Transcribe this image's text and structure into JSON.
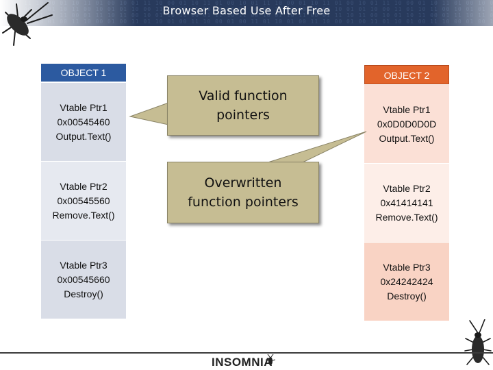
{
  "header": {
    "title": "Browser Based Use After Free"
  },
  "object1": {
    "title": "OBJECT 1",
    "entries": [
      {
        "name": "Vtable Ptr1",
        "address": "0x00545460",
        "method": "Output.Text()"
      },
      {
        "name": "Vtable Ptr2",
        "address": "0x00545560",
        "method": "Remove.Text()"
      },
      {
        "name": "Vtable Ptr3",
        "address": "0x00545660",
        "method": "Destroy()"
      }
    ]
  },
  "object2": {
    "title": "OBJECT 2",
    "entries": [
      {
        "name": "Vtable Ptr1",
        "address": "0x0D0D0D0D",
        "method": "Output.Text()"
      },
      {
        "name": "Vtable Ptr2",
        "address": "0x41414141",
        "method": "Remove.Text()"
      },
      {
        "name": "Vtable Ptr3",
        "address": "0x24242424",
        "method": "Destroy()"
      }
    ]
  },
  "callouts": {
    "valid": {
      "line1": "Valid function",
      "line2": "pointers"
    },
    "overwritten": {
      "line1": "Overwritten",
      "line2": "function pointers"
    }
  },
  "footer": {
    "logo_text": "INSOMNIA"
  },
  "colors": {
    "banner": "#283a5c",
    "object1_header": "#2c5aa0",
    "object2_header": "#e2642b",
    "callout_fill": "#c6bd93"
  },
  "icons": [
    "cockroach-icon"
  ]
}
